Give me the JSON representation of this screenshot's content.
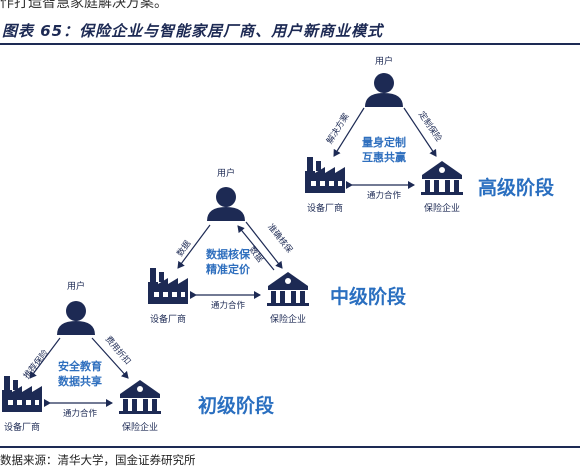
{
  "top_fragment": "作打造智慧家庭解决方案。",
  "figure_title": "图表 65：保险企业与智能家居厂商、用户新商业模式",
  "source": "数据来源：清华大学，国金证券研究所",
  "stages": [
    {
      "stage": "初级阶段",
      "user": "用户",
      "manufacturer": "设备厂商",
      "insurer": "保险企业",
      "left_edge": "推荐保险",
      "right_edge": "费用折扣",
      "bottom_edge": "通力合作",
      "center": [
        "安全教育",
        "数据共享"
      ]
    },
    {
      "stage": "中级阶段",
      "user": "用户",
      "manufacturer": "设备厂商",
      "insurer": "保险企业",
      "left_edge": "数据",
      "right_edge_outer": "准确核保",
      "right_edge_inner": "数据",
      "bottom_edge": "通力合作",
      "center": [
        "数据核保",
        "精准定价"
      ]
    },
    {
      "stage": "高级阶段",
      "user": "用户",
      "manufacturer": "设备厂商",
      "insurer": "保险企业",
      "left_edge": "解决方案",
      "right_edge": "定制保险",
      "bottom_edge": "通力合作",
      "center": [
        "量身定制",
        "互惠共赢"
      ]
    }
  ],
  "colors": {
    "navy": "#1d2a54",
    "accent_blue": "#2a6fc0"
  }
}
